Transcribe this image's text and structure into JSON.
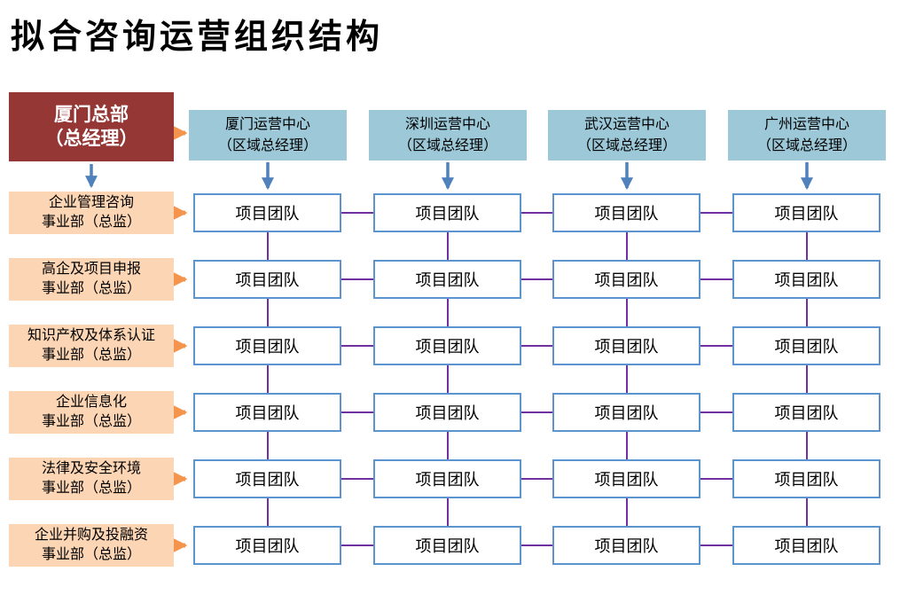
{
  "title": "拟合咨询运营组织结构",
  "headquarters": {
    "line1": "厦门总部",
    "line2": "（总经理）"
  },
  "centers": [
    {
      "line1": "厦门运营中心",
      "line2": "（区域总经理）"
    },
    {
      "line1": "深圳运营中心",
      "line2": "（区域总经理）"
    },
    {
      "line1": "武汉运营中心",
      "line2": "（区域总经理）"
    },
    {
      "line1": "广州运营中心",
      "line2": "（区域总经理）"
    }
  ],
  "divisions": [
    {
      "line1": "企业管理咨询",
      "line2": "事业部（总监）"
    },
    {
      "line1": "高企及项目申报",
      "line2": "事业部（总监）"
    },
    {
      "line1": "知识产权及体系认证",
      "line2": "事业部（总监）"
    },
    {
      "line1": "企业信息化",
      "line2": "事业部（总监）"
    },
    {
      "line1": "法律及安全环境",
      "line2": "事业部（总监）"
    },
    {
      "line1": "企业并购及投融资",
      "line2": "事业部（总监）"
    }
  ],
  "project_team_label": "项目团队",
  "grid": {
    "rows": 6,
    "cols": 4
  },
  "colors": {
    "headquarters_bg": "#953735",
    "center_bg": "#9CC8D8",
    "division_bg": "#FBD5B4",
    "team_border": "#5B94CE",
    "connector": "#7030A0",
    "blue_arrow": "#4F81BD",
    "orange_arrow": "#F5944D"
  }
}
